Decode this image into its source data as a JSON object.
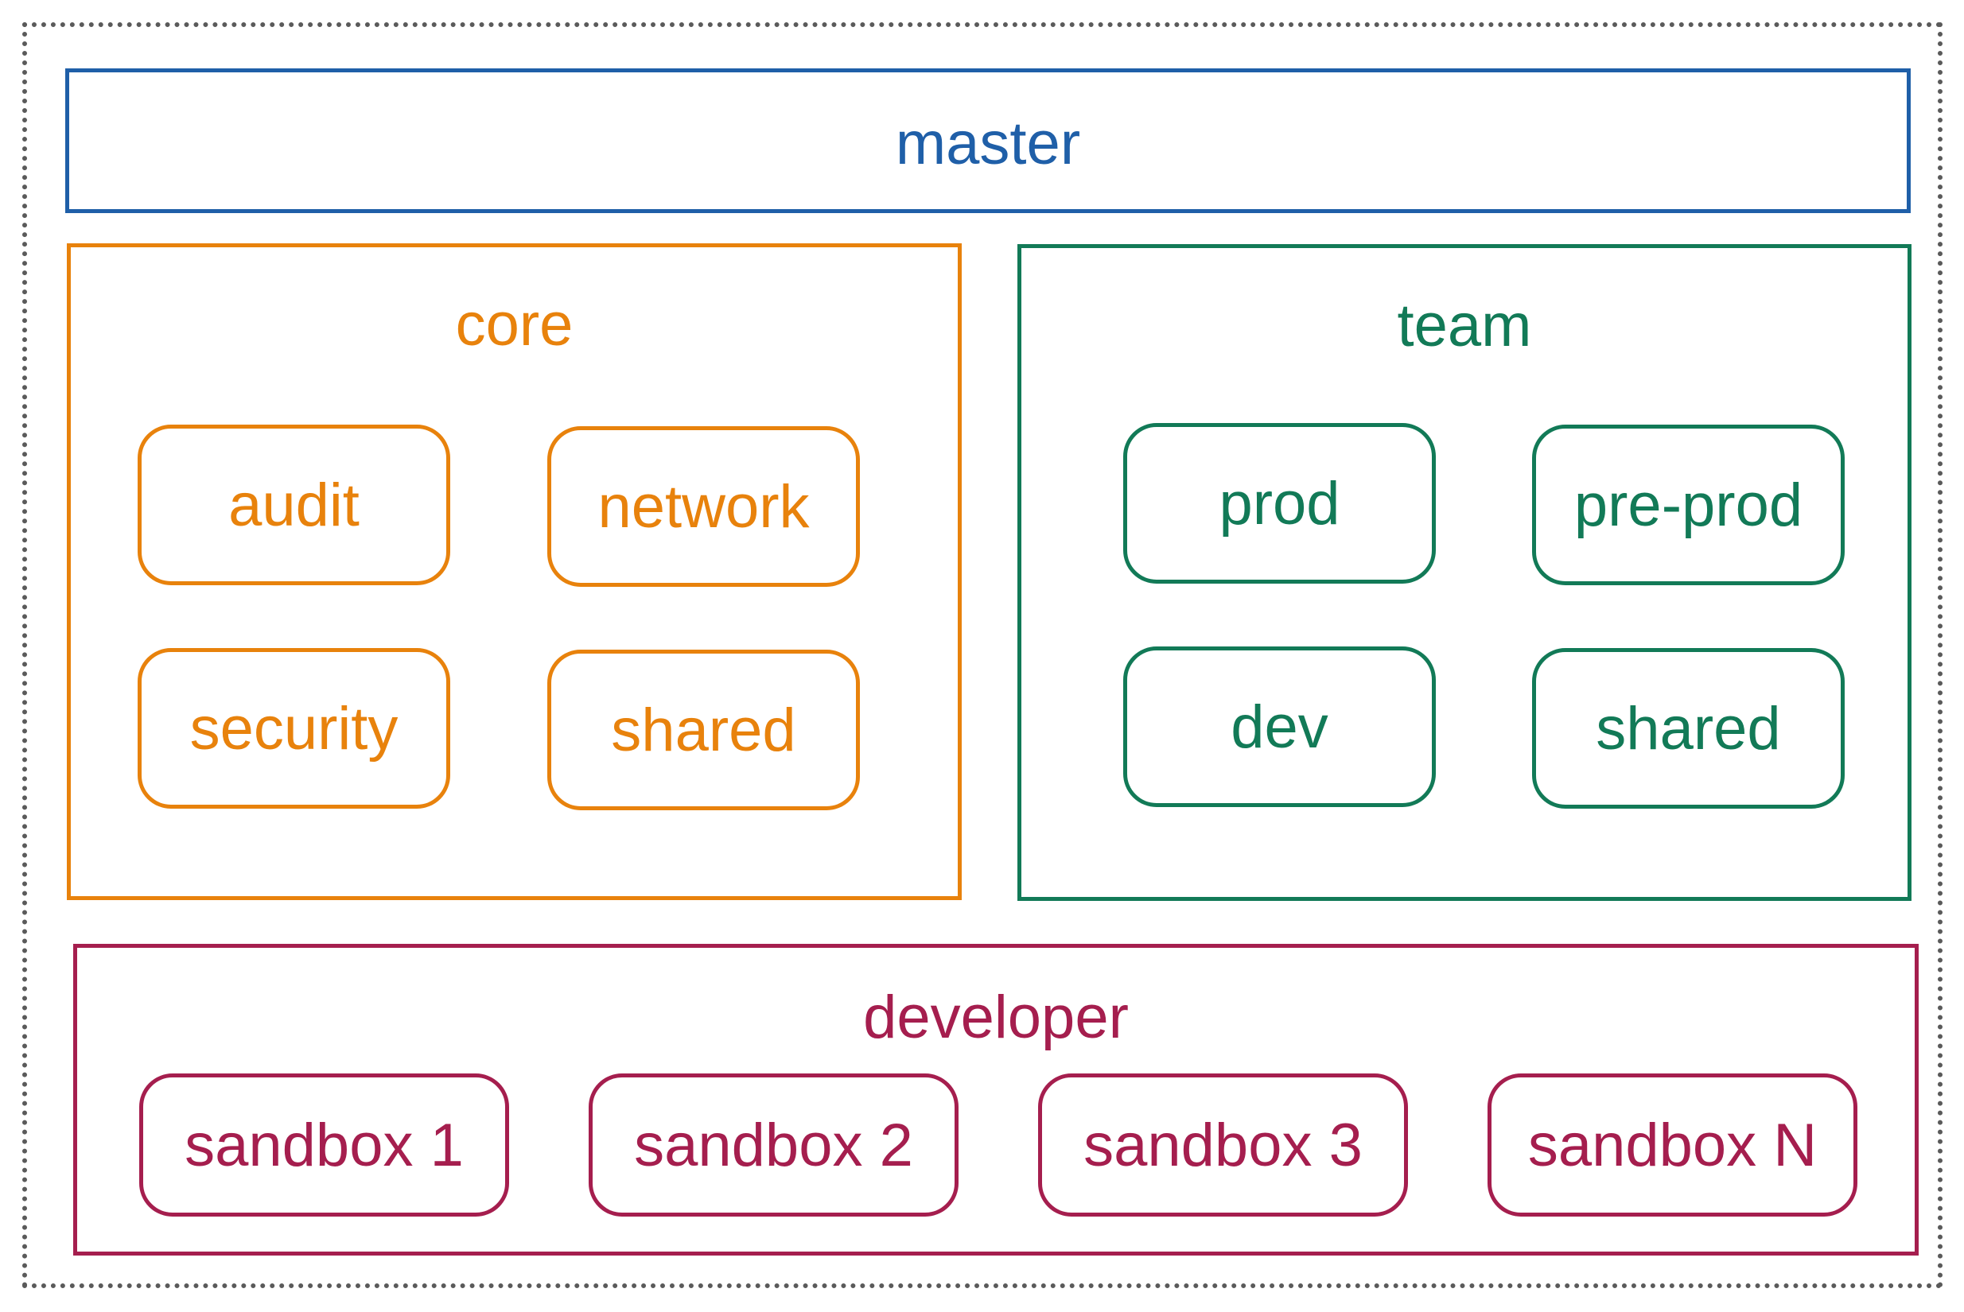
{
  "colors": {
    "master": "#1f5fa8",
    "core": "#e8820c",
    "team": "#127a57",
    "developer": "#a51e4e",
    "outer_border": "#5a5a5a"
  },
  "master": {
    "label": "master"
  },
  "core": {
    "label": "core",
    "items": [
      "audit",
      "network",
      "security",
      "shared"
    ]
  },
  "team": {
    "label": "team",
    "items": [
      "prod",
      "pre-prod",
      "dev",
      "shared"
    ]
  },
  "developer": {
    "label": "developer",
    "items": [
      "sandbox 1",
      "sandbox 2",
      "sandbox 3",
      "sandbox N"
    ]
  }
}
